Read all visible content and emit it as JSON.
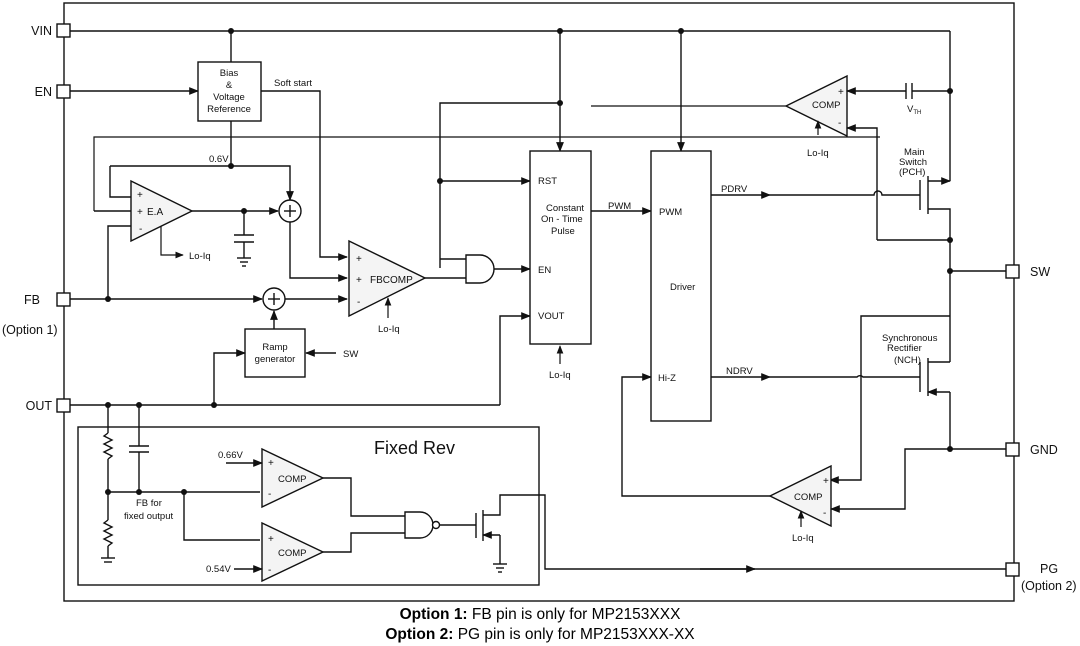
{
  "pins": {
    "vin": "VIN",
    "en": "EN",
    "fb": "FB",
    "fb_option": "(Option 1)",
    "out": "OUT",
    "sw": "SW",
    "gnd": "GND",
    "pg": "PG",
    "pg_option": "(Option 2)"
  },
  "blocks": {
    "bias_line1": "Bias",
    "bias_line2": "&",
    "bias_line3": "Voltage",
    "bias_line4": "Reference",
    "soft_start": "Soft start",
    "ea": "E.A",
    "ref_06": "0.6V",
    "fbcomp": "FBCOMP",
    "ramp_line1": "Ramp",
    "ramp_line2": "generator",
    "ramp_sw": "SW",
    "cot_rst": "RST",
    "cot_line1": "Constant",
    "cot_line2": "On - Time",
    "cot_line3": "Pulse",
    "cot_en": "EN",
    "cot_vout": "VOUT",
    "pwm_signal": "PWM",
    "driver_pwm": "PWM",
    "driver": "Driver",
    "driver_hiz": "Hi-Z",
    "pdrv": "PDRV",
    "ndrv": "NDRV",
    "comp": "COMP",
    "vth": "V",
    "vth_sub": "TH",
    "main_switch_line1": "Main",
    "main_switch_line2": "Switch",
    "main_switch_line3": "(PCH)",
    "sync_rect_line1": "Synchronous",
    "sync_rect_line2": "Rectifier",
    "sync_rect_line3": "(NCH)",
    "loiq": "Lo-Iq",
    "plus": "+",
    "minus": "-"
  },
  "fixed_rev": {
    "title": "Fixed Rev",
    "ref_066": "0.66V",
    "ref_054": "0.54V",
    "fb_fixed_line1": "FB for",
    "fb_fixed_line2": "fixed output",
    "comp": "COMP"
  },
  "caption": {
    "option1_label": "Option 1:",
    "option1_text": " FB pin is only for MP2153XXX",
    "option2_label": "Option 2:",
    "option2_text": " PG pin is only for MP2153XXX-XX"
  }
}
